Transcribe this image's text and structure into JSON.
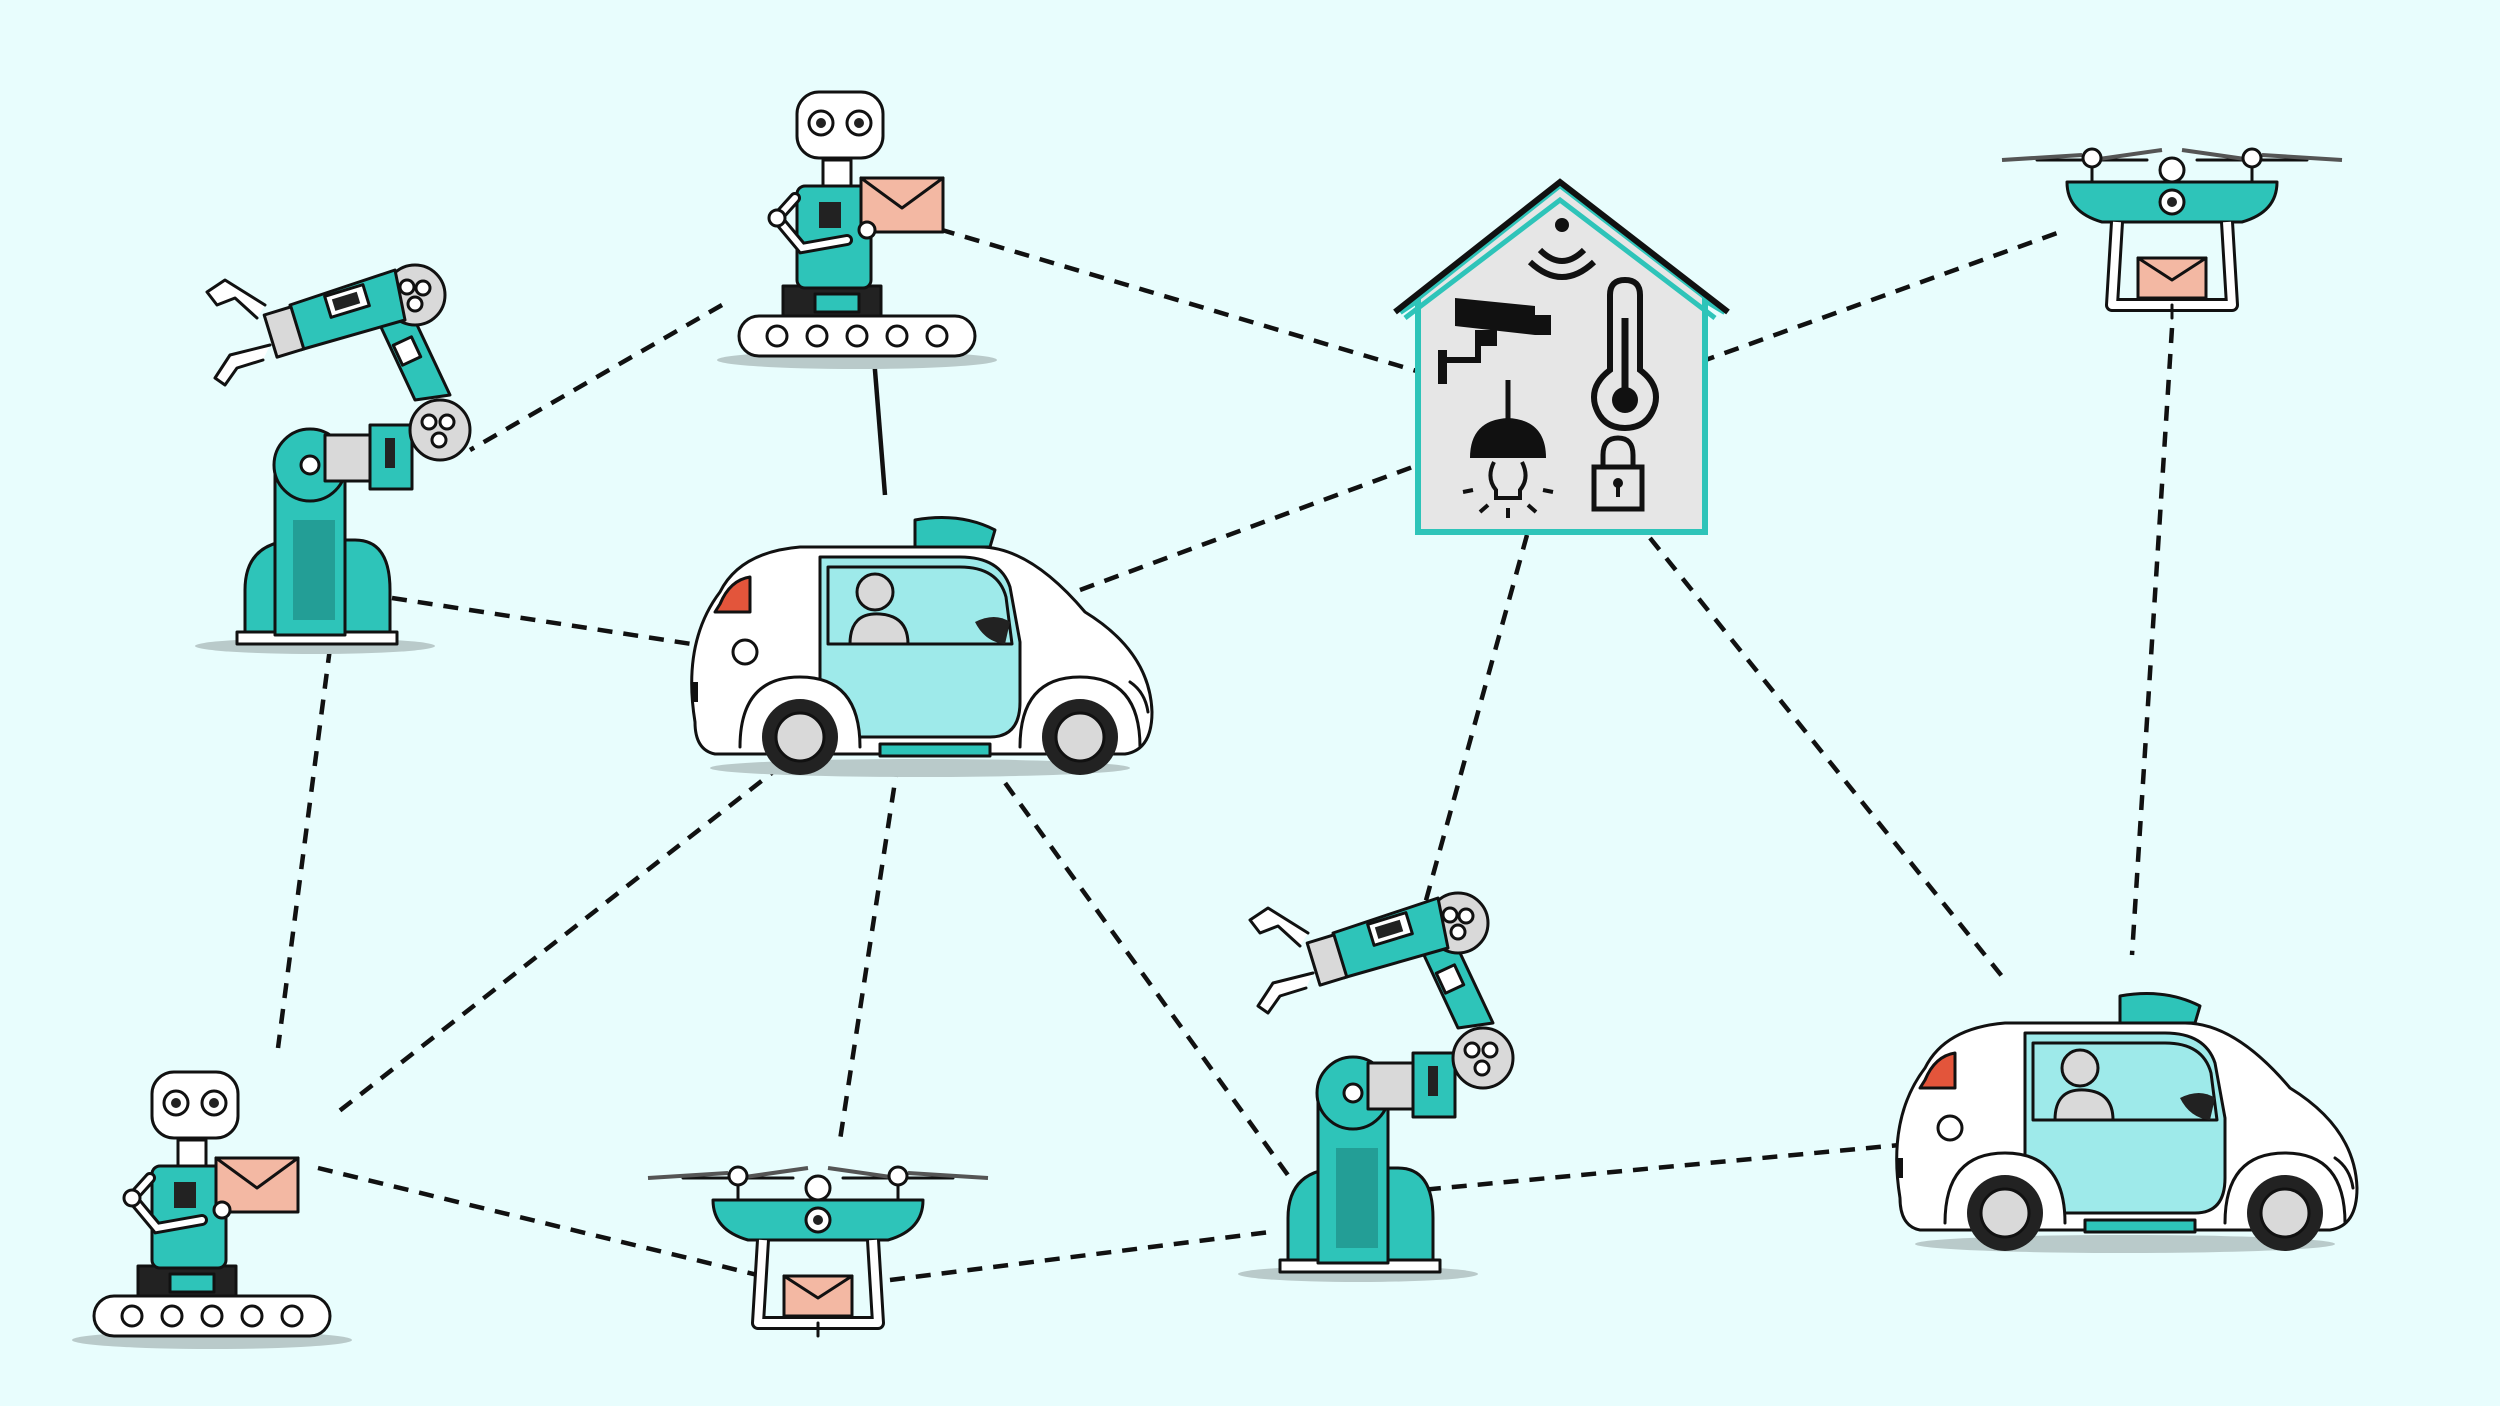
{
  "colors": {
    "background": "#e8fdfd",
    "teal": "#2ec4b9",
    "teal_dark": "#239e96",
    "light_teal": "#9eeaea",
    "envelope": "#f3b8a3",
    "grey": "#d9d9d9",
    "outline": "#111111"
  },
  "nodes": [
    {
      "id": "robot-top",
      "kind": "conveyor-robot-with-envelope"
    },
    {
      "id": "arm-left",
      "kind": "industrial-robot-arm"
    },
    {
      "id": "car-center",
      "kind": "self-driving-car"
    },
    {
      "id": "smart-home",
      "kind": "smart-home",
      "icons": [
        "wifi-icon",
        "security-camera-icon",
        "thermometer-icon",
        "lamp-icon",
        "padlock-icon"
      ]
    },
    {
      "id": "drone-top-right",
      "kind": "delivery-drone"
    },
    {
      "id": "robot-bottom-left",
      "kind": "conveyor-robot-with-envelope"
    },
    {
      "id": "drone-bottom",
      "kind": "delivery-drone"
    },
    {
      "id": "arm-bottom",
      "kind": "industrial-robot-arm"
    },
    {
      "id": "car-right",
      "kind": "self-driving-car"
    }
  ],
  "connections": [
    {
      "from": "robot-top",
      "to": "car-center",
      "style": "solid"
    },
    {
      "from": "robot-top",
      "to": "arm-left",
      "style": "dashed"
    },
    {
      "from": "robot-top",
      "to": "smart-home",
      "style": "dashed"
    },
    {
      "from": "arm-left",
      "to": "car-center",
      "style": "dashed"
    },
    {
      "from": "arm-left",
      "to": "robot-bottom-left",
      "style": "dashed"
    },
    {
      "from": "car-center",
      "to": "smart-home",
      "style": "dashed"
    },
    {
      "from": "smart-home",
      "to": "drone-top-right",
      "style": "dashed"
    },
    {
      "from": "smart-home",
      "to": "arm-bottom",
      "style": "dashed"
    },
    {
      "from": "smart-home",
      "to": "car-right",
      "style": "dashed"
    },
    {
      "from": "drone-top-right",
      "to": "car-right",
      "style": "dashed"
    },
    {
      "from": "car-center",
      "to": "robot-bottom-left",
      "style": "dashed"
    },
    {
      "from": "car-center",
      "to": "drone-bottom",
      "style": "dashed"
    },
    {
      "from": "car-center",
      "to": "arm-bottom",
      "style": "dashed"
    },
    {
      "from": "robot-bottom-left",
      "to": "drone-bottom",
      "style": "dashed"
    },
    {
      "from": "drone-bottom",
      "to": "arm-bottom",
      "style": "dashed"
    },
    {
      "from": "arm-bottom",
      "to": "car-right",
      "style": "dashed"
    }
  ]
}
